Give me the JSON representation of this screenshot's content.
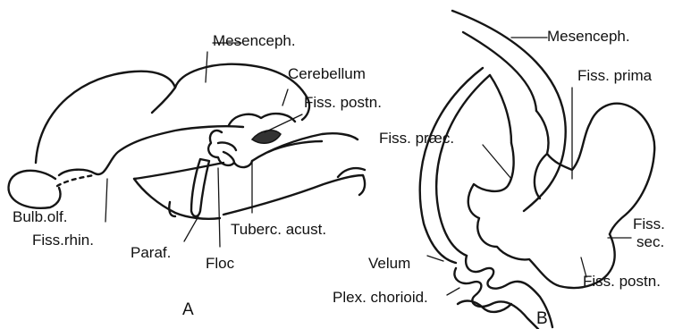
{
  "panel_a": {
    "panel_label": "A",
    "labels": {
      "mesenceph": "Mesenceph.",
      "cerebellum": "Cerebellum",
      "fiss_postn": "Fiss. postn.",
      "bulb_olf": "Bulb.olf.",
      "fiss_rhin": "Fiss.rhin.",
      "paraf": "Paraf.",
      "floc": "Floc",
      "tuberc_acust": "Tuberc. acust."
    }
  },
  "panel_b": {
    "panel_label": "B",
    "labels": {
      "mesenceph": "Mesenceph.",
      "fiss_prima": "Fiss. prima",
      "fiss_praec": "Fiss. præc.",
      "fiss_sec_1": "Fiss.",
      "fiss_sec_2": "sec.",
      "velum": "Velum",
      "fiss_postn": "Fiss. postn.",
      "plex_chorioid": "Plex. chorioid."
    }
  }
}
